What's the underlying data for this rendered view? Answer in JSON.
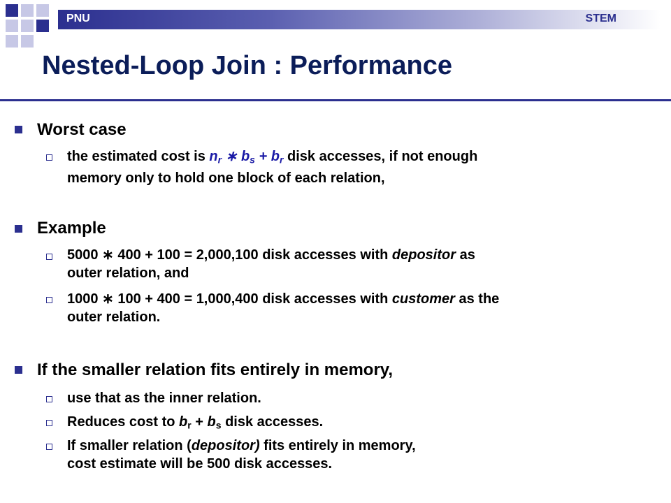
{
  "header": {
    "left_label": "PNU",
    "right_label": "STEM"
  },
  "title": "Nested-Loop Join : Performance",
  "sections": [
    {
      "heading": "Worst case"
    },
    {
      "heading": "Example"
    },
    {
      "heading": "If the smaller relation fits entirely in memory,"
    }
  ],
  "worst_case": {
    "lead": "the estimated cost is ",
    "n": "n",
    "r": "r",
    "op_mult": " ∗ ",
    "b": "b",
    "s": "s",
    "plus": " + ",
    "tail": " disk accesses, if not enough",
    "line2": "memory only to hold one block of each relation,"
  },
  "example": {
    "item1_prefix": "5000 ∗ 400 + 100 = 2,000,100 disk accesses with ",
    "item1_italic": "depositor",
    "item1_suffix": " as",
    "item1_line2": "outer relation, and",
    "item2_prefix": "1000 ∗ 100 + 400 = 1,000,400 disk accesses with ",
    "item2_italic": "customer",
    "item2_suffix": "  as the",
    "item2_line2": "outer relation."
  },
  "smaller": {
    "item1": "use that as the inner relation.",
    "item2_prefix": "Reduces cost to ",
    "b": "b",
    "r": "r",
    "mid": "  + ",
    "s": "s",
    "item2_suffix": " disk accesses.",
    "item3_prefix": "If smaller relation (",
    "item3_italic": "depositor)",
    "item3_suffix": " fits entirely in memory,",
    "item3_line2": "cost estimate will be 500 disk accesses."
  }
}
